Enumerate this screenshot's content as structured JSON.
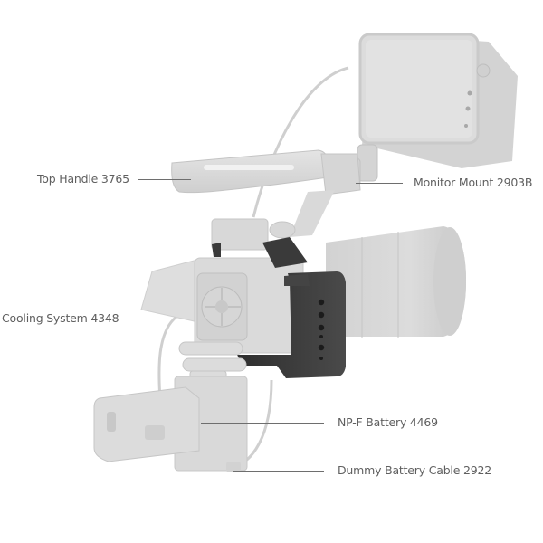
{
  "product_diagram": {
    "callouts": [
      {
        "id": "top-handle",
        "label": "Top Handle 3765"
      },
      {
        "id": "monitor-mount",
        "label": "Monitor Mount 2903B"
      },
      {
        "id": "cooling-system",
        "label": "Cooling System 4348"
      },
      {
        "id": "npf-battery",
        "label": "NP-F Battery 4469"
      },
      {
        "id": "dummy-battery-cable",
        "label": "Dummy Battery Cable 2922"
      }
    ],
    "colors": {
      "background": "#ffffff",
      "label_text": "#5f5f5f",
      "leader_line": "#6e6e6e",
      "accessory_light_gray": "#d9d9d9",
      "cage_dark": "#3a3a3a"
    }
  }
}
